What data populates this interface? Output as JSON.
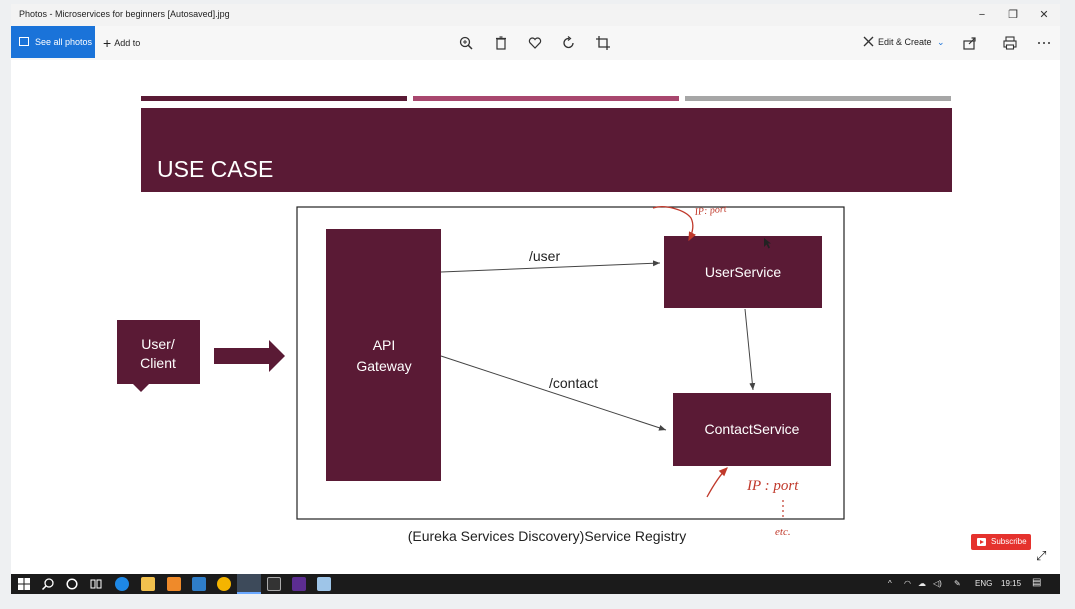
{
  "window": {
    "title": "Photos - Microservices for beginners [Autosaved].jpg",
    "controls": {
      "minimize": "−",
      "restore": "❐",
      "close": "✕"
    }
  },
  "toolbar": {
    "see_all_photos": "See all photos",
    "add_to": "Add to",
    "edit_create": "Edit & Create",
    "icons": [
      "zoom-icon",
      "delete-icon",
      "favorite-icon",
      "rotate-icon",
      "crop-icon",
      "share-icon",
      "print-icon",
      "more-icon"
    ],
    "accent": "#1a73d9"
  },
  "slide": {
    "title": "USE CASE",
    "colors": {
      "primary": "#5a1a35",
      "accent2": "#a8476e",
      "gray": "#a6a6a6"
    },
    "client_label_line1": "User/",
    "client_label_line2": "Client",
    "gateway_line1": "API",
    "gateway_line2": "Gateway",
    "user_service": "UserService",
    "contact_service": "ContactService",
    "route_user": "/user",
    "route_contact": "/contact",
    "registry_caption": "(Eureka Services Discovery)Service Registry",
    "annotation_top": "IP: port",
    "annotation_bottom": "IP : port",
    "annotation_etc": "etc."
  },
  "overlay": {
    "subscribe": "Subscribe"
  },
  "taskbar": {
    "language": "ENG",
    "time": "19:15",
    "apps": [
      "windows-start-icon",
      "search-icon",
      "cortana-icon",
      "task-view-icon",
      "edge-icon",
      "file-explorer-icon",
      "sublime-icon",
      "vscode-icon",
      "chrome-icon",
      "photos-app-icon",
      "terminal-icon",
      "visual-studio-icon",
      "notepad-icon"
    ]
  }
}
